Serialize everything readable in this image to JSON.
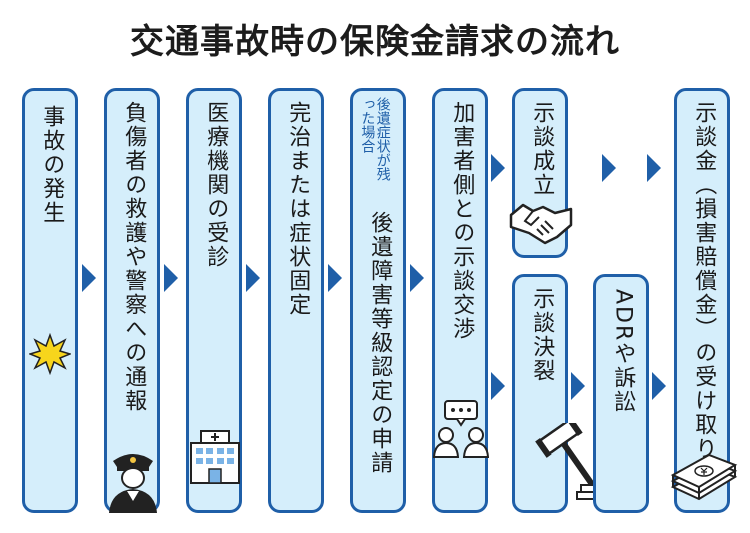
{
  "title": "交通事故時の保険金請求の流れ",
  "steps": {
    "s1": "事故の発生",
    "s2": "負傷者の救護や警察への通報",
    "s3": "医療機関の受診",
    "s4": "完治または症状固定",
    "s5_note": "後遺症状が残った場合",
    "s5": "後遺障害等級認定の申請",
    "s6": "加害者側との示談交渉",
    "s7a": "示談成立",
    "s7b": "示談決裂",
    "s8b": "ADRや訴訟",
    "s9": "示談金（損害賠償金）の受け取り"
  },
  "icons": [
    "explosion-icon",
    "police-officer-icon",
    "hospital-icon",
    "handshake-icon",
    "chat-people-icon",
    "gavel-icon",
    "money-stack-icon"
  ],
  "colors": {
    "box_fill": "#d5eefb",
    "border": "#1f5fa8",
    "arrow": "#1f5fa8",
    "note": "#1f5fa8"
  }
}
